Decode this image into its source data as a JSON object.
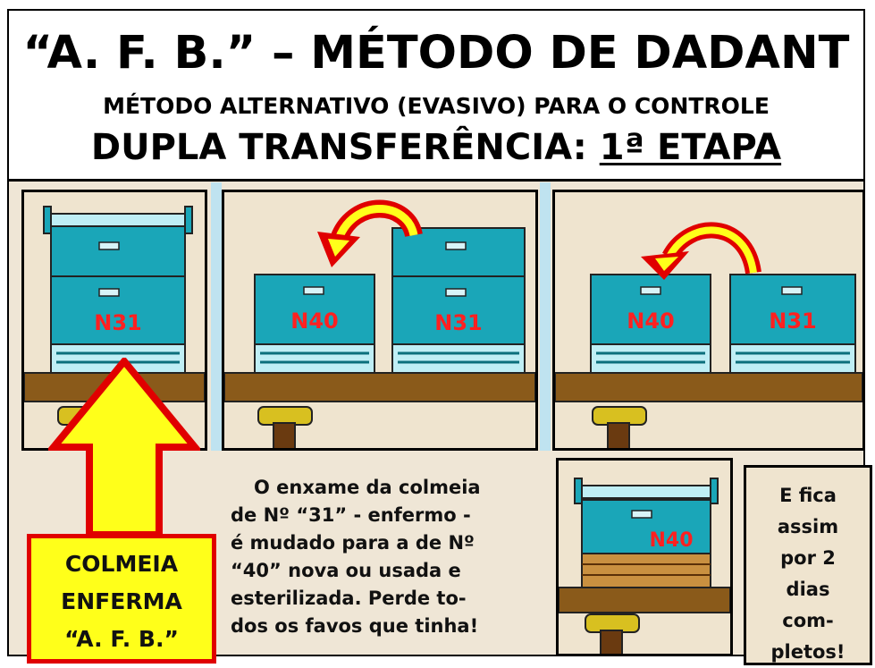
{
  "title": {
    "line1": "“A. F. B.” – MÉTODO DE DADANT",
    "line2": "MÉTODO ALTERNATIVO (EVASIVO) PARA O CONTROLE",
    "line3_prefix": "DUPLA TRANSFERÊNCIA: ",
    "line3_underlined": "1ª ETAPA"
  },
  "hives": {
    "n31": "N31",
    "n40": "N40"
  },
  "description_lines": [
    "O enxame da colmeia",
    "de Nº “31” - enfermo -",
    "é mudado para a de Nº",
    "“40” nova ou usada e",
    "esterilizada. Perde to-",
    "dos os favos que tinha!"
  ],
  "sick_hive_label": [
    "COLMEIA",
    "ENFERMA",
    "“A. F. B.”"
  ],
  "duration_note": [
    "E fica",
    "assim",
    "por 2",
    "dias",
    "com-",
    "pletos!"
  ],
  "colors": {
    "hive_teal": "#1aa6b8",
    "hive_dark": "#0b6f7c",
    "hive_label_red": "#ff2020",
    "arrow_yellow": "#ffff1a",
    "arrow_red": "#e00000",
    "shelf_brown": "#8a5a1a",
    "stand_gold": "#d8c020"
  }
}
